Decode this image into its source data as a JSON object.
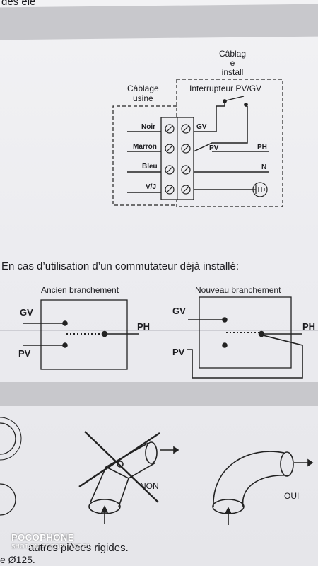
{
  "header": {
    "cut_text": "des élé"
  },
  "wiring": {
    "factory_label": "Câblage\nusine",
    "install_label": "Câblag\ne\ninstall",
    "switch_label": "Interrupteur PV/GV",
    "terminals": [
      "Noir",
      "Marron",
      "Bleu",
      "V/J"
    ],
    "right_labels": {
      "gv": "GV",
      "pv": "PV",
      "ph": "PH",
      "n": "N"
    }
  },
  "switch_section": {
    "title": "En cas d’utilisation d’un commutateur déjà installé:",
    "old": {
      "title": "Ancien branchement",
      "gv": "GV",
      "pv": "PV",
      "ph": "PH"
    },
    "new": {
      "title": "Nouveau branchement",
      "gv": "GV",
      "pv": "PV",
      "ph": "PH"
    }
  },
  "duct_section": {
    "non": "NON",
    "oui": "OUI"
  },
  "watermark": {
    "brand": "POCOPHONE",
    "shot": "SHOT ON POCOPHONE F1"
  },
  "footer": {
    "line1": "autres pièces rigides.",
    "line2": "e Ø125."
  }
}
